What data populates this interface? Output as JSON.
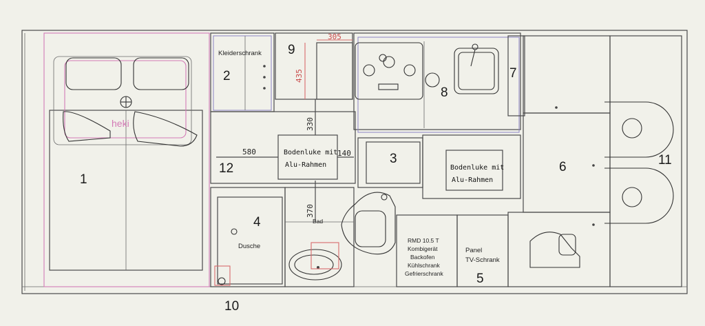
{
  "labels": {
    "n1": "1",
    "n2": "2",
    "n3": "3",
    "n4": "4",
    "n5": "5",
    "n6": "6",
    "n7": "7",
    "n8": "8",
    "n9": "9",
    "n10": "10",
    "n11": "11",
    "n12": "12"
  },
  "text": {
    "kleiderschrank": "Kleiderschrank",
    "heki": "heki",
    "dusche": "Dusche",
    "bad": "Bad",
    "hatch1_line1": "Bodenluke mit",
    "hatch1_line2": "Alu-Rahmen",
    "hatch2_line1": "Bodenluke mit",
    "hatch2_line2": "Alu-Rahmen",
    "appliance_lines": [
      "RMD 10.5 T",
      "Kombigerät",
      "Backofen",
      "Kühlschrank",
      "Gefrierschrank"
    ],
    "panel_line1": "Panel",
    "panel_line2": "TV-Schrank"
  },
  "dimensions": {
    "d305": "305",
    "d435": "435",
    "d580": "580",
    "d140": "140",
    "d330": "330",
    "d370": "370"
  },
  "colors": {
    "wall": "#4a4a4a",
    "pink_outline": "#d37ab6",
    "purple_outline": "#8c82c4",
    "red_dimension": "#d86a6a"
  }
}
